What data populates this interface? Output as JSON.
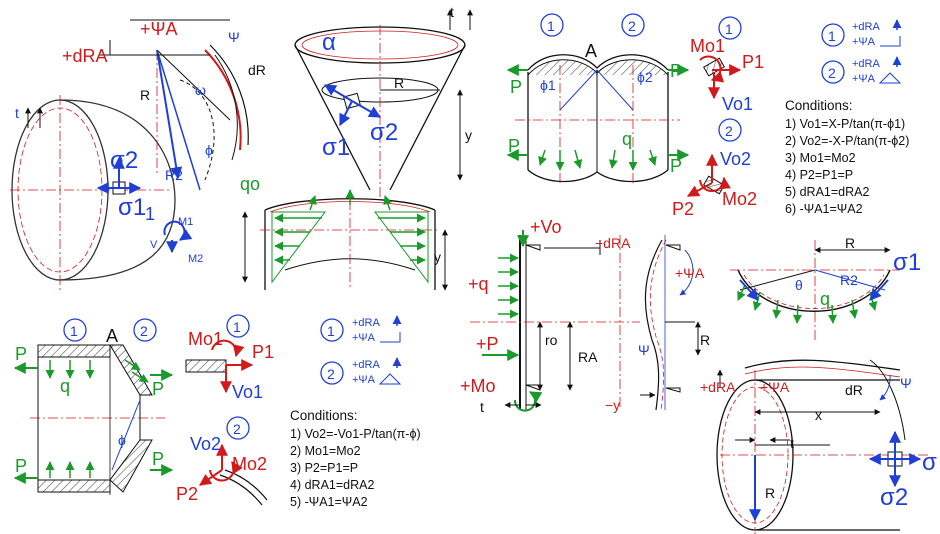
{
  "labels": {
    "psiA": "+ΨA",
    "psi": "Ψ",
    "dRA_plus": "+dRA",
    "dR": "dR",
    "R": "R",
    "omega": "ω",
    "phi": "ϕ",
    "R2": "R2",
    "t": "t",
    "sigma2": "σ2",
    "sigma1": "σ1",
    "one": "1",
    "M1": "M1",
    "M2": "M2",
    "V": "V",
    "alpha": "α",
    "y": "y",
    "qo": "qo",
    "P": "P",
    "A": "A",
    "phi1": "ϕ1",
    "phi2": "ϕ2",
    "q": "q",
    "Mo1": "Mo1",
    "P1": "P1",
    "Vo1": "Vo1",
    "Vo2": "Vo2",
    "Mo2": "Mo2",
    "P2": "P2",
    "Vo_plus": "+Vo",
    "dRA_minus": "−dRA",
    "q_plus": "+q",
    "P_plus": "+P",
    "Mo_plus": "+Mo",
    "ro": "ro",
    "RA": "RA",
    "y_minus": "−y",
    "theta": "θ",
    "x": "x",
    "sigma": "σ",
    "circ1": "1",
    "circ2": "2",
    "leg_dRA": "+dRA",
    "leg_psiA": "+ΨA"
  },
  "conditions_top": {
    "heading": "Conditions:",
    "items": [
      "1) Vo1=X-P/tan(π-ϕ1)",
      "2) Vo2=-X-P/tan(π-ϕ2)",
      "3) Mo1=Mo2",
      "4) P2=P1=P",
      "5) dRA1=dRA2",
      "6) -ΨA1=ΨA2"
    ]
  },
  "conditions_bottom": {
    "heading": "Conditions:",
    "items": [
      "1) Vo2=-Vo1-P/tan(π-ϕ)",
      "2) Mo1=Mo2",
      "3) P2=P1=P",
      "4) dRA1=dRA2",
      "5) -ΨA1=ΨA2"
    ]
  }
}
